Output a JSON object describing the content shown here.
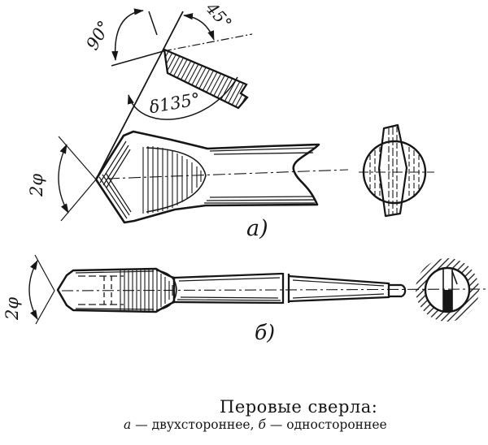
{
  "figure": {
    "background": "#ffffff",
    "ink_color": "#161616",
    "labels": {
      "angle_90": "90°",
      "angle_45": "45°",
      "angle_delta135": "δ135°",
      "angle_2phi_top": "2φ",
      "angle_2phi_bottom": "2φ",
      "subfig_a": "а)",
      "subfig_b": "б)"
    },
    "caption": {
      "title": "Перовые сверла:",
      "item_a_label": "а",
      "item_a_text": " — двухстороннее, ",
      "item_b_label": "б",
      "item_b_text": " — одностороннее"
    }
  }
}
